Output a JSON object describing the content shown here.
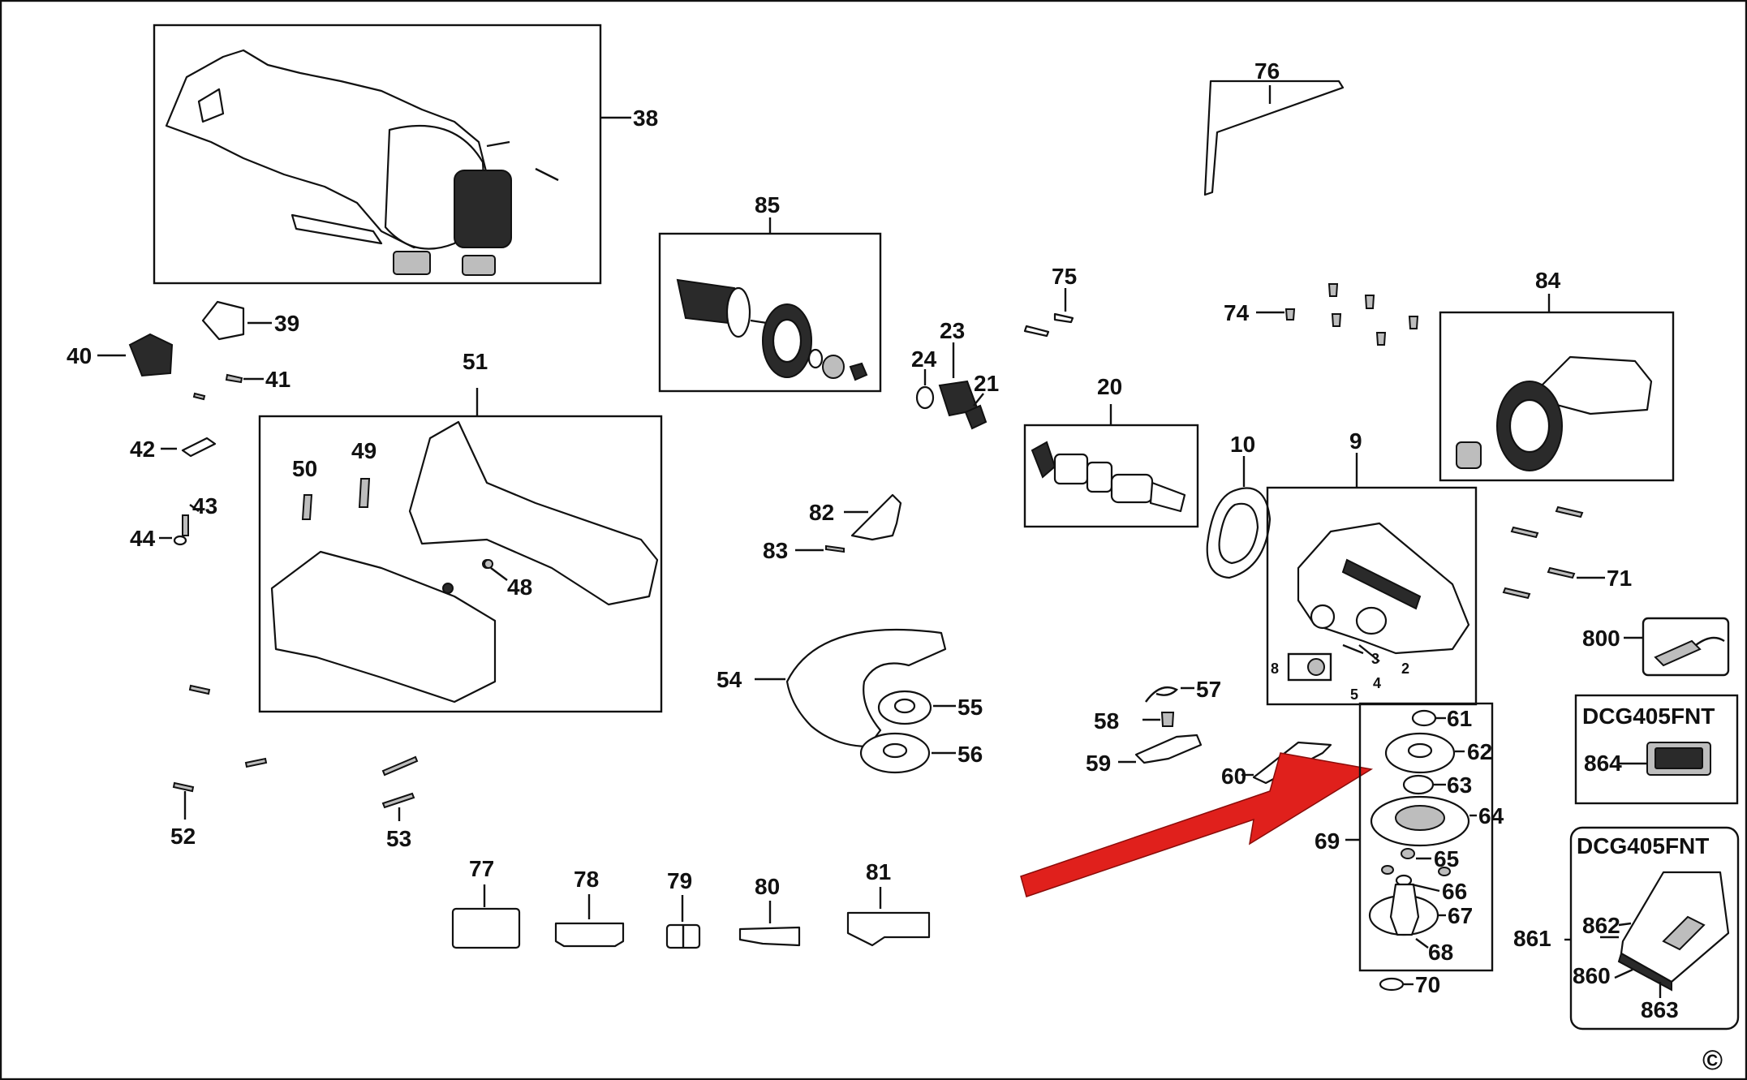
{
  "diagram": {
    "copyright_mark": "©",
    "accent_arrow_color": "#e0201c",
    "ink_color": "#111111",
    "part_labels": [
      "38",
      "39",
      "40",
      "41",
      "42",
      "43",
      "44",
      "48",
      "49",
      "50",
      "51",
      "52",
      "53",
      "85",
      "23",
      "24",
      "21",
      "75",
      "74",
      "84",
      "76",
      "20",
      "10",
      "9",
      "8",
      "2",
      "3",
      "4",
      "5",
      "71",
      "800",
      "82",
      "83",
      "54",
      "55",
      "56",
      "57",
      "58",
      "59",
      "60",
      "61",
      "62",
      "63",
      "64",
      "65",
      "66",
      "67",
      "68",
      "69",
      "70",
      "77",
      "78",
      "79",
      "80",
      "81"
    ],
    "model_boxes": [
      {
        "title": "DCG405FNT",
        "parts": [
          "864"
        ]
      },
      {
        "title": "DCG405FNT",
        "parts": [
          "862",
          "861",
          "860",
          "863"
        ]
      }
    ]
  }
}
